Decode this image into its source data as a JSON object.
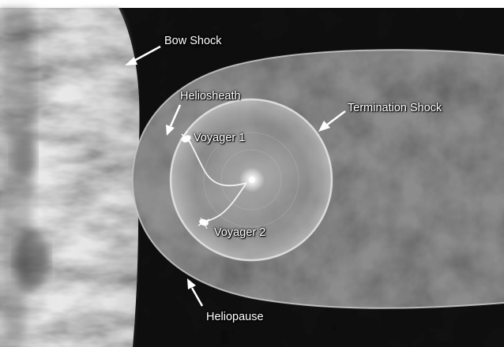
{
  "diagram": {
    "labels": {
      "bow_shock": "Bow Shock",
      "heliosheath": "Heliosheath",
      "termination_shock": "Termination Shock",
      "voyager_1": "Voyager 1",
      "voyager_2": "Voyager 2",
      "heliopause": "Heliopause"
    }
  },
  "colors": {
    "background": "#0b0b0b",
    "frame_top": "#ffffff",
    "label_text": "#ffffff",
    "arrow": "#ffffff",
    "sun": "#ffffff"
  }
}
